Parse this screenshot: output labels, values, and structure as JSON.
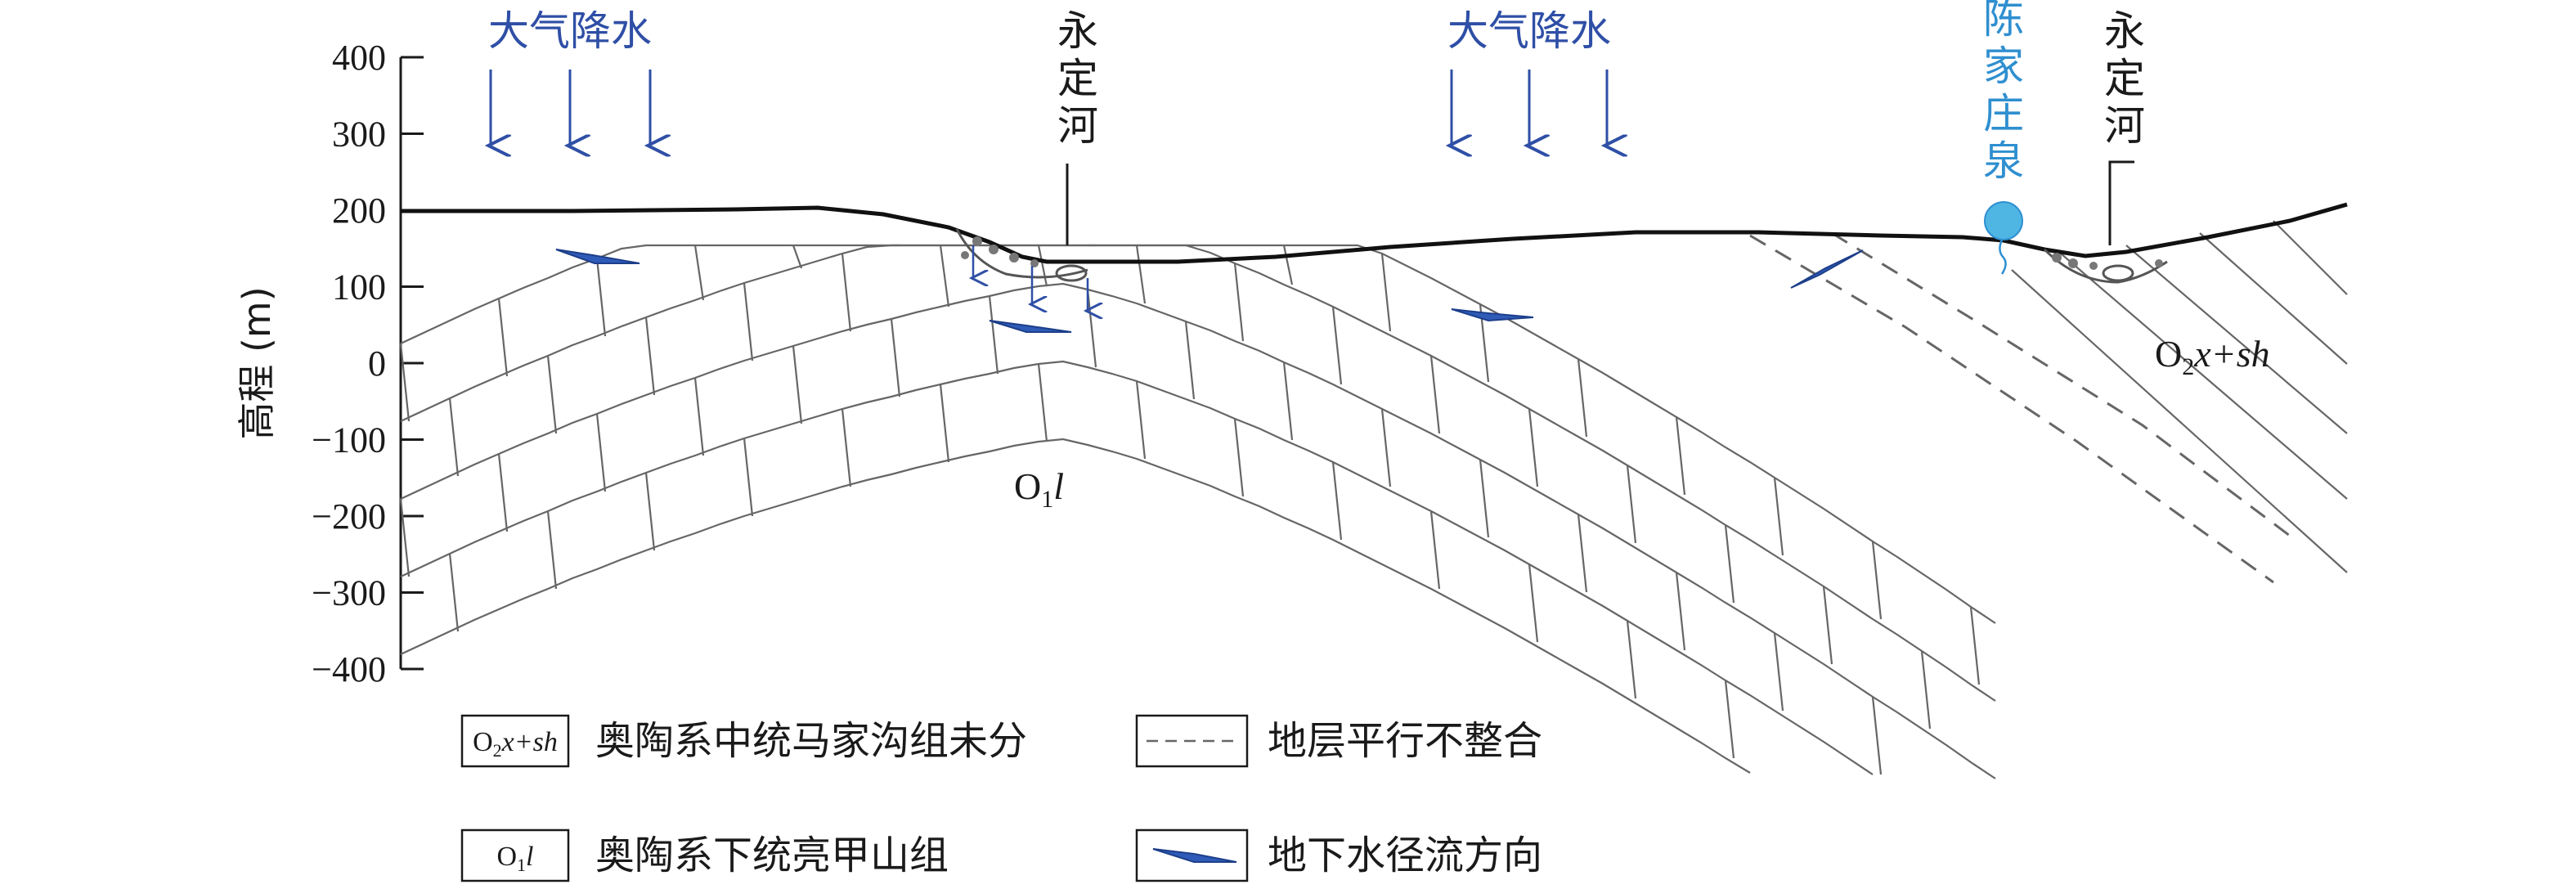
{
  "axis": {
    "ylabel": "高程 (m)",
    "ticks": [
      "400",
      "300",
      "200",
      "100",
      "0",
      "−100",
      "−200",
      "−300",
      "−400"
    ]
  },
  "labels": {
    "rain_left": "大气降水",
    "rain_right": "大气降水",
    "river_left": [
      "永",
      "定",
      "河"
    ],
    "river_right": [
      "永",
      "定",
      "河"
    ],
    "spring": [
      "陈",
      "家",
      "庄",
      "泉"
    ],
    "strata_lower_main": "O",
    "strata_lower_sub": "1",
    "strata_lower_sym": "l",
    "strata_upper_main": "O",
    "strata_upper_sub": "2",
    "strata_upper_sym": "x+sh"
  },
  "legend": {
    "item1_box_main": "O",
    "item1_box_sub": "2",
    "item1_box_sym": "x+sh",
    "item1_text": "奥陶系中统马家沟组未分",
    "item2_box_main": "O",
    "item2_box_sub": "1",
    "item2_box_sym": "l",
    "item2_text": "奥陶系下统亮甲山组",
    "item3_text": "地层平行不整合",
    "item4_text": "地下水径流方向"
  },
  "colors": {
    "arrow_blue": "#2f4fa6",
    "spring_blue": "#4fb6e4",
    "line_gray": "#555555",
    "text": "#1a1a1a"
  }
}
